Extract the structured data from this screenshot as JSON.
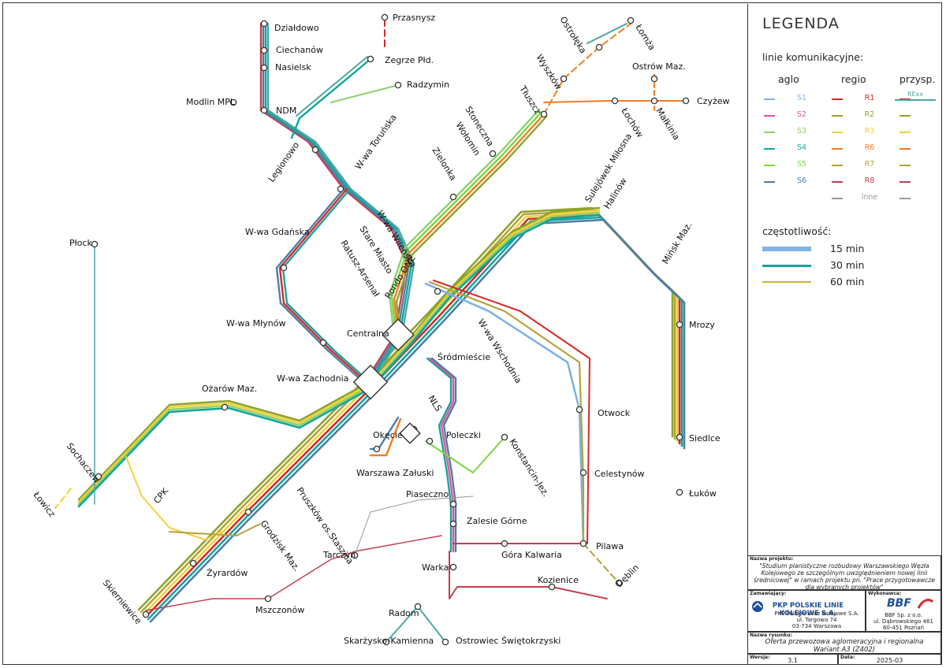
{
  "colors": {
    "S1": "#7fb2e5",
    "S2": "#e8529c",
    "S3": "#8fd06e",
    "S4": "#13a59e",
    "S5": "#7bd63f",
    "S6": "#4d7ea8",
    "R1": "#d42a2a",
    "R2": "#8ea32b",
    "R3": "#f1d23b",
    "R6": "#f47b20",
    "R7": "#b3a33a",
    "R8": "#c04050",
    "inne": "#999999",
    "REXX": "#4ba8a0",
    "frame": "#333333"
  },
  "legend": {
    "title": "LEGENDA",
    "lines_heading": "linie komunikacyjne:",
    "col_aglo": "aglo",
    "col_regio": "regio",
    "col_przysp": "przysp.",
    "aglo": [
      "S1",
      "S2",
      "S3",
      "S4",
      "S5",
      "S6"
    ],
    "regio": [
      "R1",
      "R2",
      "R3",
      "R6",
      "R7",
      "R8",
      "inne"
    ],
    "przysp": [
      "RExx"
    ],
    "freq_heading": "częstotliwość:",
    "freq": [
      {
        "label": "15 min",
        "color": "#7fb2e5",
        "thickness": 6
      },
      {
        "label": "30 min",
        "color": "#13a59e",
        "thickness": 3
      },
      {
        "label": "60 min",
        "color": "#d4b32a",
        "thickness": 2
      }
    ]
  },
  "titleblock": {
    "project_caption": "Nazwa projektu:",
    "project_text": "\"Studium planistyczne rozbudowy Warszawskiego Węzła Kolejowego ze szczególnym uwzględnieniem nowej linii średnicowej\" w ramach projektu pn. \"Prace przygotowawcze dla wybranych projektów\"",
    "client_caption": "Zamawiający:",
    "client_name": "PKP POLSKIE LINIE KOLEJOWE S.A.",
    "client_addr1": "PKP Polskie Linie Kolejowe S.A.",
    "client_addr2": "ul. Targowa 74",
    "client_addr3": "03-734 Warszawa",
    "contractor_caption": "Wykonawca:",
    "contractor_logo": "BBF",
    "contractor_name": "BBF Sp. z o.o.",
    "contractor_addr1": "ul. Dąbrowskiego 461",
    "contractor_addr2": "60-451 Poznań",
    "drawing_caption": "Nazwa rysunku:",
    "drawing_line1": "Oferta przewozowa aglomeracyjna i regionalna",
    "drawing_line2": "Wariant A3 (Z402)",
    "version_caption": "Wersja:",
    "version": "3.1",
    "date_caption": "Data:",
    "date": "2025-03"
  },
  "stations": [
    "Działdowo",
    "Ciechanów",
    "Nasielsk",
    "Modlin MPL",
    "NDM",
    "Przasnysz",
    "Zegrze Płd.",
    "Radzymin",
    "Ostrołęka",
    "Łomża",
    "Wyszków",
    "Ostrów Maz.",
    "Tłuszcz",
    "Czyżew",
    "Łochów",
    "Małkinia",
    "Stoneczna",
    "Wołomin",
    "Zielonka",
    "Legionowo",
    "W-wa Toruńska",
    "W-wa Gdańska",
    "Płock",
    "W-wa Wileńska",
    "Stare Miasto",
    "Ratusz-Arsenał",
    "Rondo ONZ",
    "Sulejówek Miłosna",
    "Halinów",
    "Mińsk Maz.",
    "Mrozy",
    "W-wa Młynów",
    "Centralna",
    "Śródmieście",
    "W-wa Wschodnia",
    "W-wa Zachodnia",
    "Ożarów Maz.",
    "NLS",
    "Sochaczew",
    "Okęcie",
    "Poleczki",
    "Konstancin-Jez.",
    "Otwock",
    "Siedlce",
    "Warszawa Załuski",
    "Celestynów",
    "Łowicz",
    "CPK",
    "Pruszków os.Staszica",
    "Piaseczno",
    "Zalesie Górne",
    "Łuków",
    "Grodzisk Maz.",
    "Tarczyn",
    "Pilawa",
    "Góra Kalwaria",
    "Żyrardów",
    "Warka",
    "Kozienice",
    "Dęblin",
    "Skierniewice",
    "Mszczonów",
    "Radom",
    "Skarżysko-Kamienna",
    "Ostrowiec Świętokrzyski"
  ]
}
